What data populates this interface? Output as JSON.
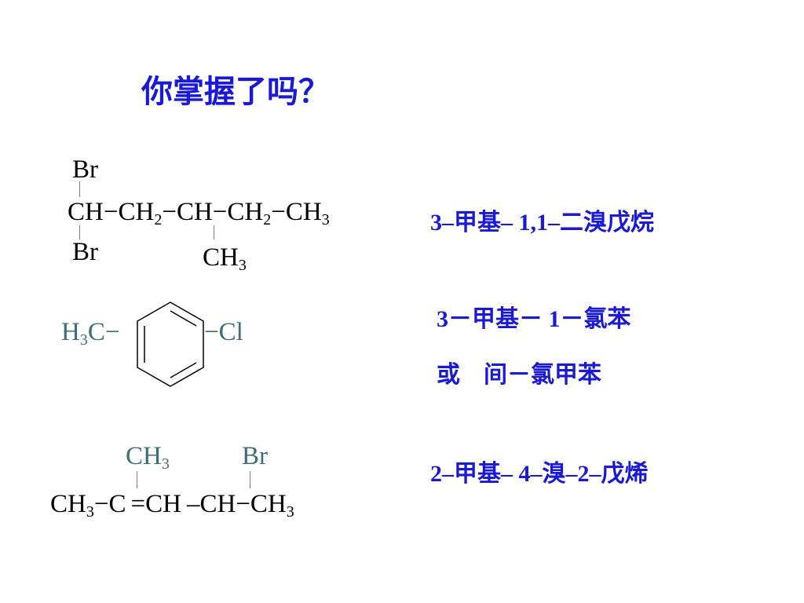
{
  "title": "你掌握了吗？",
  "structure1": {
    "top_substituent": "Br",
    "bottom_substituent": "Br",
    "chain": [
      {
        "symbol": "CH",
        "sub": ""
      },
      {
        "symbol": "CH",
        "sub": "2"
      },
      {
        "symbol": "CH",
        "sub": ""
      },
      {
        "symbol": "CH",
        "sub": "2"
      },
      {
        "symbol": "CH",
        "sub": "3"
      }
    ],
    "branch": {
      "symbol": "CH",
      "sub": "3"
    },
    "bond_symbol": "−"
  },
  "structure2": {
    "left_group": {
      "h": "H",
      "sub": "3",
      "c": "C"
    },
    "right_group": "Cl",
    "bond_symbol": "−"
  },
  "structure3": {
    "top_left": {
      "symbol": "CH",
      "sub": "3"
    },
    "top_right": "Br",
    "chain": [
      {
        "symbol": "CH",
        "sub": "3"
      },
      {
        "symbol": "C",
        "sub": ""
      },
      {
        "symbol": "CH",
        "sub": ""
      },
      {
        "symbol": "CH",
        "sub": ""
      },
      {
        "symbol": "CH",
        "sub": "3"
      }
    ],
    "bond_single": "−",
    "bond_double": "=",
    "bond_dash": "–"
  },
  "answers": {
    "a1": "3–甲基– 1,1–二溴戊烷",
    "a2_line1": "3－甲基－ 1－氯苯",
    "a2_line2": "或　间－氯甲苯",
    "a3": "2–甲基– 4–溴–2–戊烯"
  },
  "colors": {
    "title": "#1a1ad6",
    "answers": "#1a1ad6",
    "substituent_teal": "#3a6e78",
    "bond_gray": "#7a7a7a"
  }
}
